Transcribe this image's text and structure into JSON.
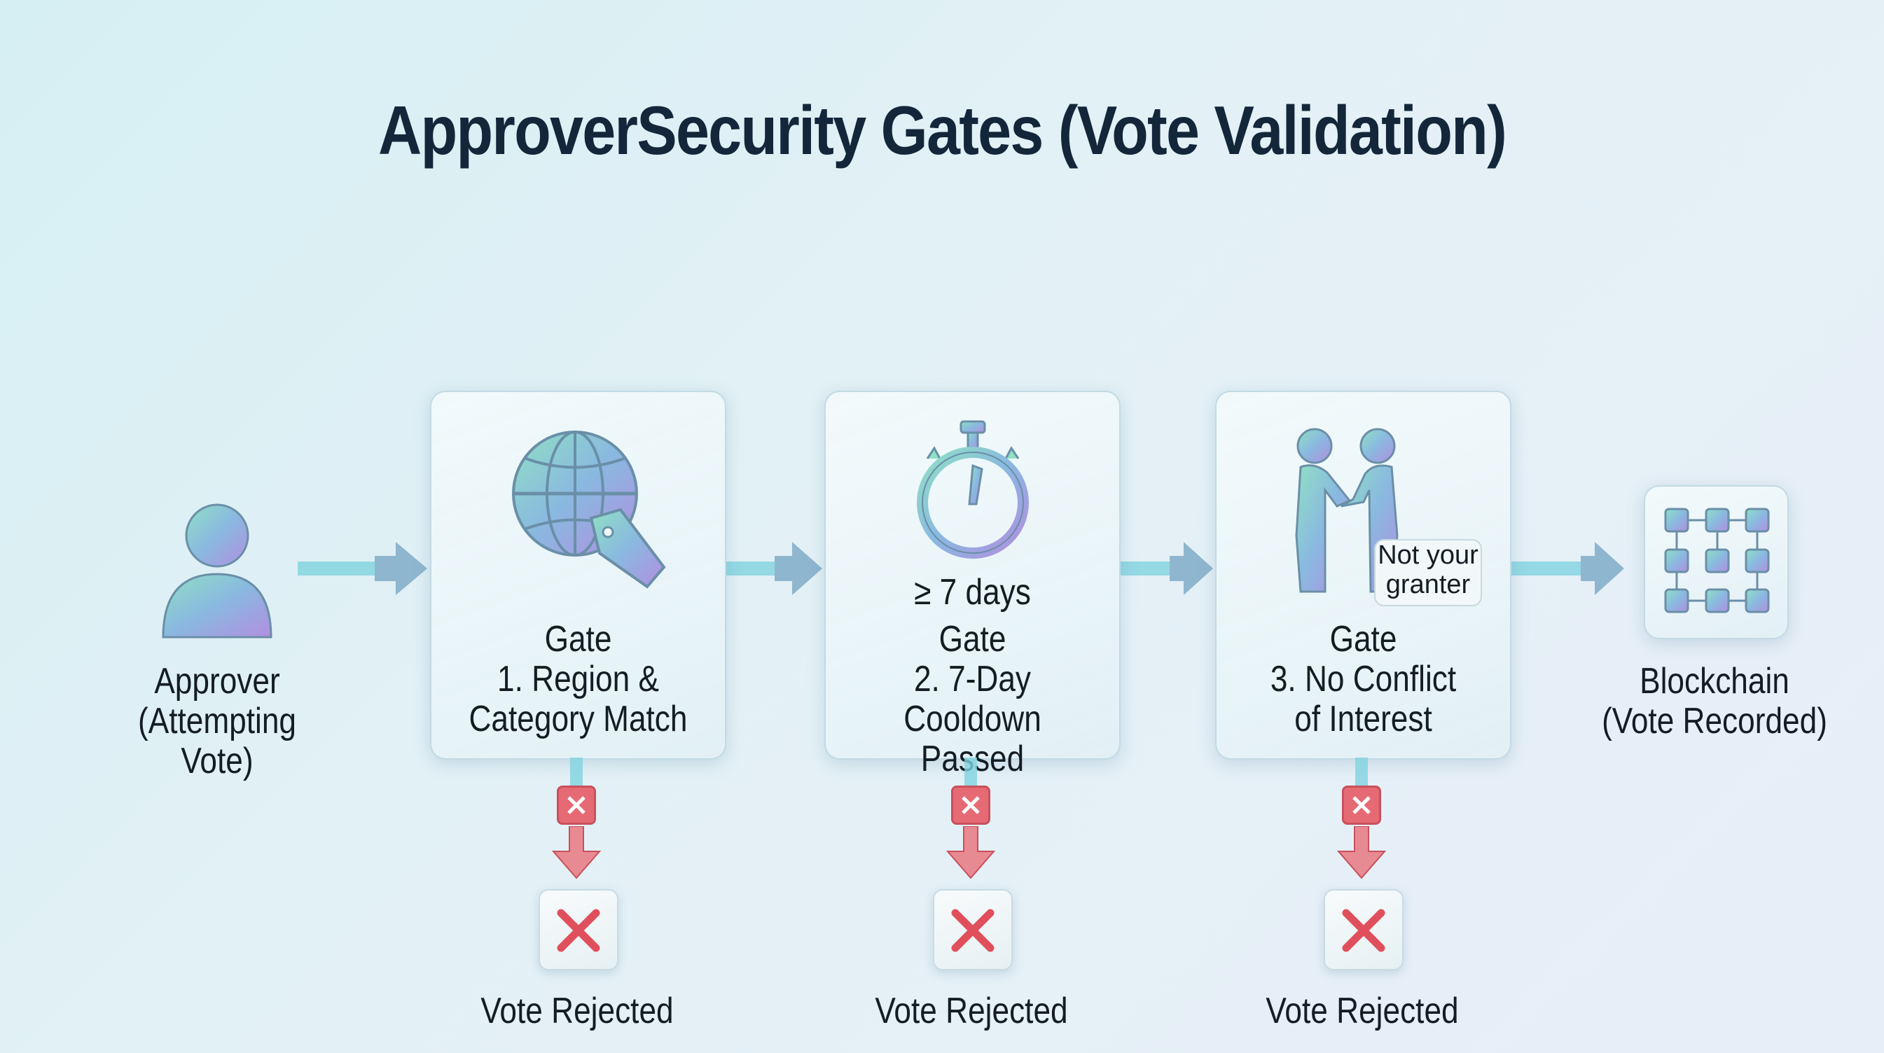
{
  "title": "ApproverSecurity Gates (Vote Validation)",
  "start": {
    "line1": "Approver",
    "line2": "(Attempting Vote)",
    "icon": "person-icon"
  },
  "gates": [
    {
      "line1": "Gate",
      "line2": "1. Region &",
      "line3": "Category Match",
      "icon": "globe-tag-icon"
    },
    {
      "line1": "Gate",
      "line2": "2. 7-Day Cooldown",
      "line3": "Passed",
      "icon": "stopwatch-icon",
      "note": "≥ 7 days"
    },
    {
      "line1": "Gate",
      "line2": "3. No Conflict",
      "line3": "of Interest",
      "icon": "handshake-icon",
      "bubble_line1": "Not your",
      "bubble_line2": "granter"
    }
  ],
  "end": {
    "line1": "Blockchain",
    "line2": "(Vote Recorded)",
    "icon": "blockchain-icon"
  },
  "rejected_label": "Vote Rejected",
  "colors": {
    "reject": "#e66a74",
    "arrow": "#8fb6cf",
    "connector": "#7fd3e0",
    "title": "#13263a"
  }
}
